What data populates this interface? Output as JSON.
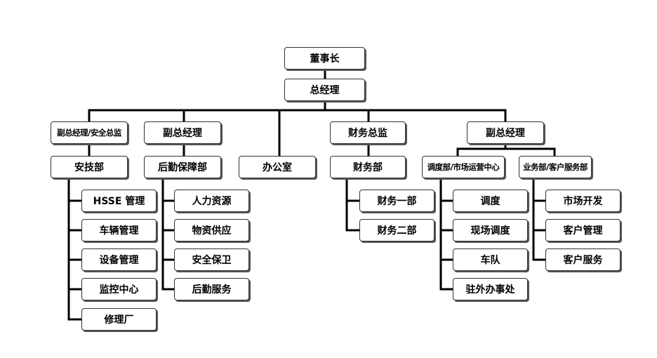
{
  "org": {
    "chairman": "董事长",
    "gm": "总经理",
    "vp_safety": "副总经理/安全总监",
    "vp_logistics": "副总经理",
    "cfo": "财务总监",
    "vp_ops": "副总经理",
    "safety_dept": "安技部",
    "logistics_dept": "后勤保障部",
    "office": "办公室",
    "finance_dept": "财务部",
    "dispatch_dept": "调度部/市场运营中心",
    "business_dept": "业务部/客户服务部",
    "hsse": "HSSE 管理",
    "vehicle": "车辆管理",
    "equipment": "设备管理",
    "monitor": "监控中心",
    "repair": "修理厂",
    "hr": "人力资源",
    "supply": "物资供应",
    "security": "安全保卫",
    "services": "后勤服务",
    "finance1": "财务一部",
    "finance2": "财务二部",
    "dispatch": "调度",
    "field_dispatch": "现场调度",
    "fleet": "车队",
    "external_office": "驻外办事处",
    "market_dev": "市场开发",
    "customer_mgmt": "客户管理",
    "customer_service": "客户服务"
  }
}
